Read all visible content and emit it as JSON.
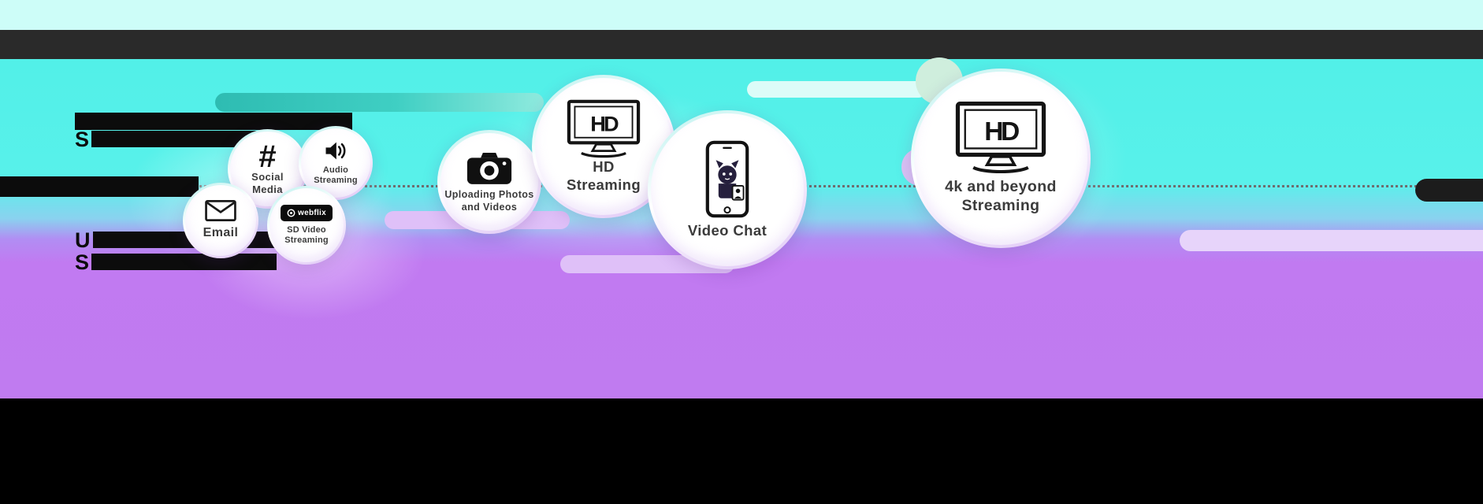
{
  "colors": {
    "top-strip": "#cdfdf8",
    "title-bar": "#2a2a2a",
    "bg-cyan": "#52f0e8",
    "bg-purple": "#c17af1",
    "bottom-bar": "#000000",
    "pill-teal": "#3fcfc3",
    "pill-light-cyan": "#dcfcf8",
    "pill-lavender": "#dfc0f8",
    "pill-lavender-light": "#e7d4fa",
    "pill-dark": "#1c1c1c",
    "dot-line": "#6e6e6e",
    "label-text": "#3b3b3b"
  },
  "bubbles": [
    {
      "name": "email",
      "label": "Email",
      "icon": "envelope-icon"
    },
    {
      "name": "social-media",
      "label": "Social\nMedia",
      "icon": "hashtag-icon",
      "glyph": "#"
    },
    {
      "name": "audio-streaming",
      "label": "Audio\nStreaming",
      "icon": "speaker-icon"
    },
    {
      "name": "sd-video-streaming",
      "label": "SD Video\nStreaming",
      "icon": "webflix-logo",
      "badge_text": "webflix"
    },
    {
      "name": "uploading-photos",
      "label": "Uploading Photos\nand Videos",
      "icon": "camera-icon"
    },
    {
      "name": "hd-streaming",
      "label": "HD\nStreaming",
      "icon": "hd-tv-icon",
      "screen_text": "HD"
    },
    {
      "name": "video-chat",
      "label": "Video Chat",
      "icon": "video-chat-phone-icon"
    },
    {
      "name": "uhd-streaming",
      "label": "4k and beyond\nStreaming",
      "icon": "hd-tv-icon",
      "screen_text": "HD"
    }
  ],
  "left_text": {
    "block1_line2_prefix": "S",
    "block3_line1_prefix": "U",
    "block3_line2_prefix": "S"
  }
}
